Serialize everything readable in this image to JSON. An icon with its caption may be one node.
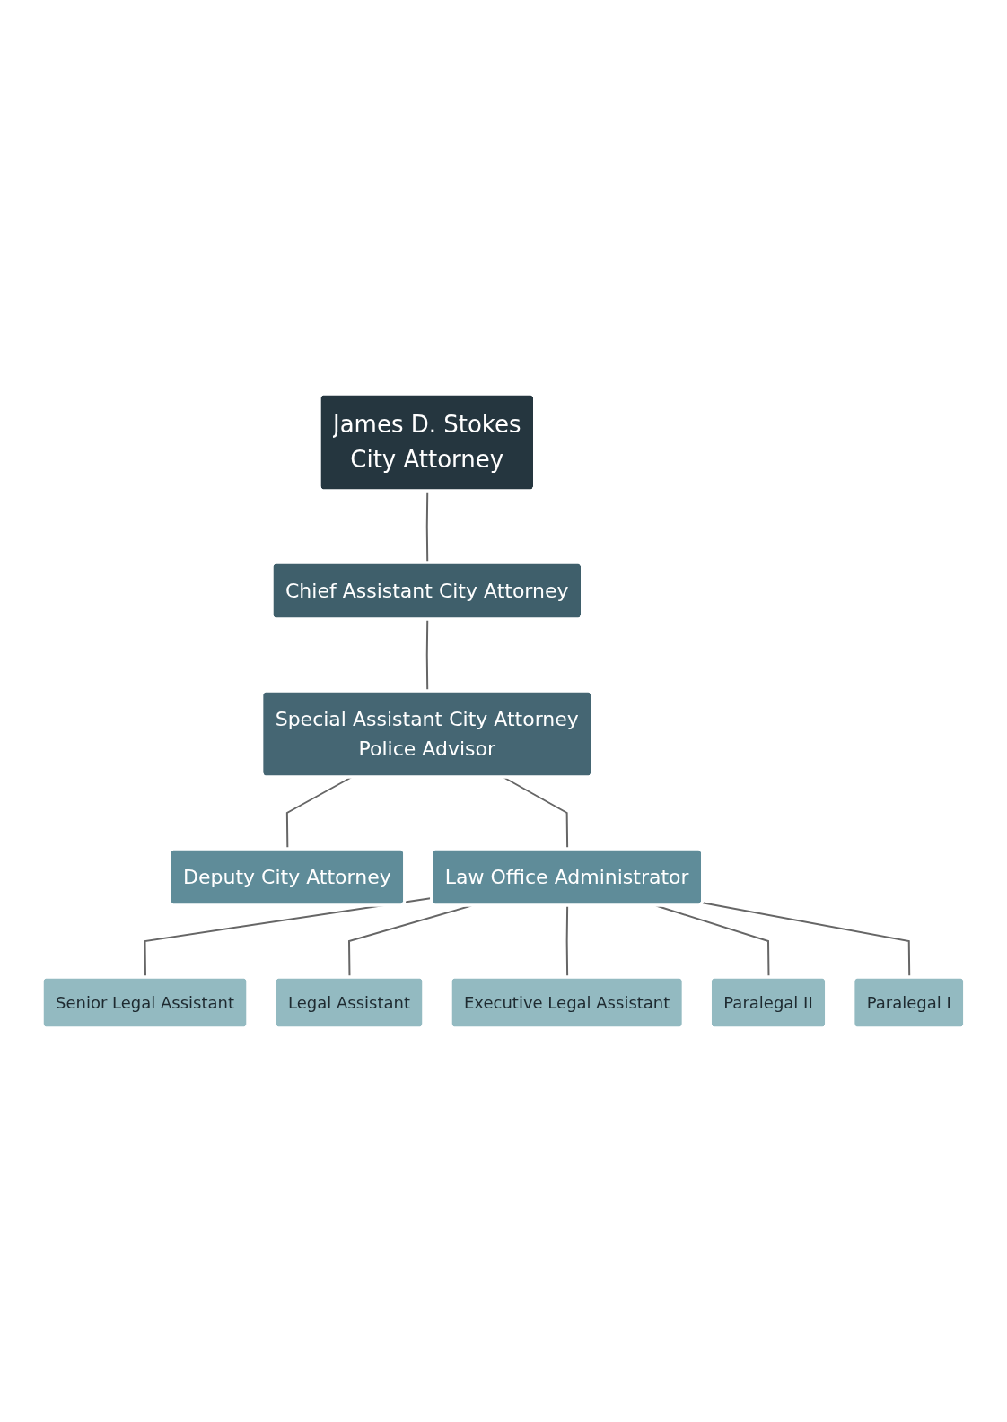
{
  "diagram": {
    "nodes": [
      {
        "text": [
          "James D. Stokes",
          "City Attorney"
        ]
      },
      {
        "text": [
          "Chief Assistant City Attorney"
        ]
      },
      {
        "text": [
          "Special Assistant City Attorney",
          "Police Advisor"
        ]
      },
      {
        "text": [
          "Deputy City Attorney"
        ]
      },
      {
        "text": [
          "Law Office Administrator"
        ]
      },
      {
        "text": [
          "Senior Legal Assistant"
        ]
      },
      {
        "text": [
          "Legal Assistant"
        ]
      },
      {
        "text": [
          "Executive Legal Assistant"
        ]
      },
      {
        "text": [
          "Paralegal II"
        ]
      },
      {
        "text": [
          "Paralegal I"
        ]
      }
    ],
    "edges": [
      {
        "from": 0,
        "to": 1,
        "arrow": "none"
      },
      {
        "from": 1,
        "to": 2,
        "arrow": "none"
      },
      {
        "from": 2,
        "to": 3,
        "arrow": "none"
      },
      {
        "from": 2,
        "to": 4,
        "arrow": "none"
      },
      {
        "from": 4,
        "to": 5,
        "arrow": "none"
      },
      {
        "from": 4,
        "to": 6,
        "arrow": "none"
      },
      {
        "from": 4,
        "to": 7,
        "arrow": "none"
      },
      {
        "from": 4,
        "to": 8,
        "arrow": "none"
      },
      {
        "from": 4,
        "to": 9,
        "arrow": "none"
      }
    ]
  }
}
